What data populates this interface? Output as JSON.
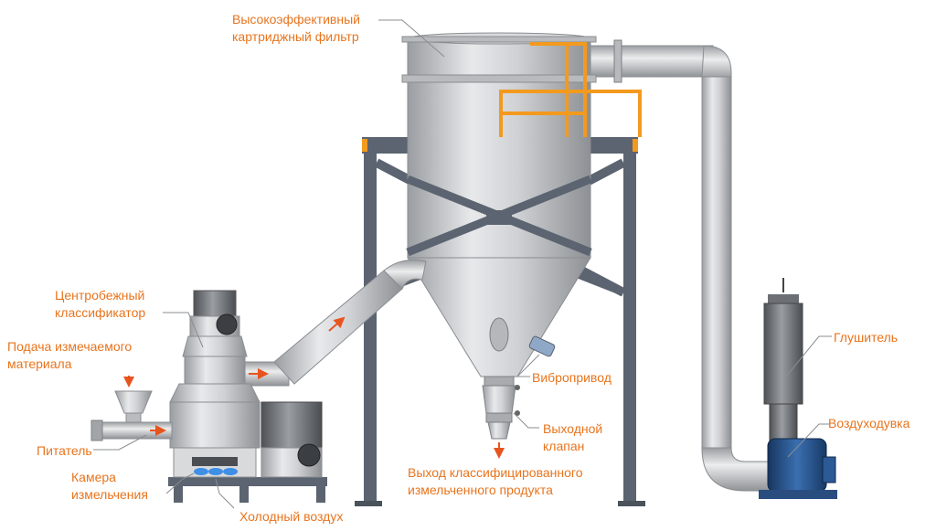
{
  "labels": {
    "filter": [
      "Высокоэффективный",
      "картриджный фильтр"
    ],
    "classifier": [
      "Центробежный",
      "классификатор"
    ],
    "feed": [
      "Подача измечаемого",
      "материала"
    ],
    "feeder": "Питатель",
    "chamber": [
      "Камера",
      "измельчения"
    ],
    "cold_air": "Холодный воздух",
    "vibro": "Вибропривод",
    "valve": [
      "Выходной",
      "клапан"
    ],
    "output": [
      "Выход классифицированного",
      "измельченного продукта"
    ],
    "silencer": "Глушитель",
    "blower": "Воздуходувка"
  },
  "colors": {
    "label": "#e8741e",
    "steel": "#c4c6c9",
    "frame": "#5b6470",
    "rail": "#f39a1e",
    "blower": "#1f4f8c",
    "silencer": "#7a7e83",
    "arrow": "#e8541e"
  }
}
